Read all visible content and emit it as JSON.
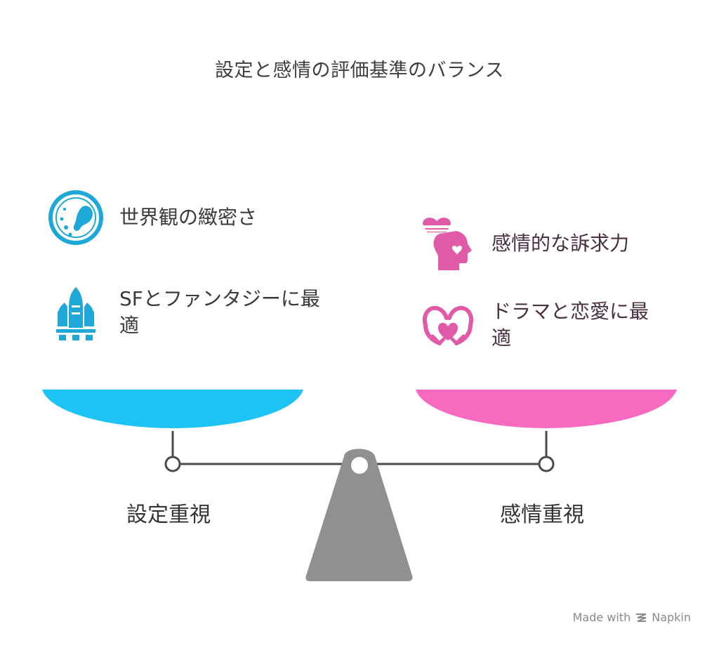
{
  "title": "設定と感情の評価基準のバランス",
  "left": {
    "label": "設定重視",
    "color": "#1ec3f5",
    "items": [
      {
        "icon": "planet-icon",
        "text": "世界観の緻密さ"
      },
      {
        "icon": "rocket-icon",
        "text": "SFとファンタジーに最適"
      }
    ]
  },
  "right": {
    "label": "感情重視",
    "color": "#f76ac0",
    "items": [
      {
        "icon": "heart-head-icon",
        "text": "感情的な訴求力"
      },
      {
        "icon": "hands-heart-icon",
        "text": "ドラマと恋愛に最適"
      }
    ]
  },
  "footer": {
    "made_with": "Made with",
    "brand": "Napkin"
  }
}
